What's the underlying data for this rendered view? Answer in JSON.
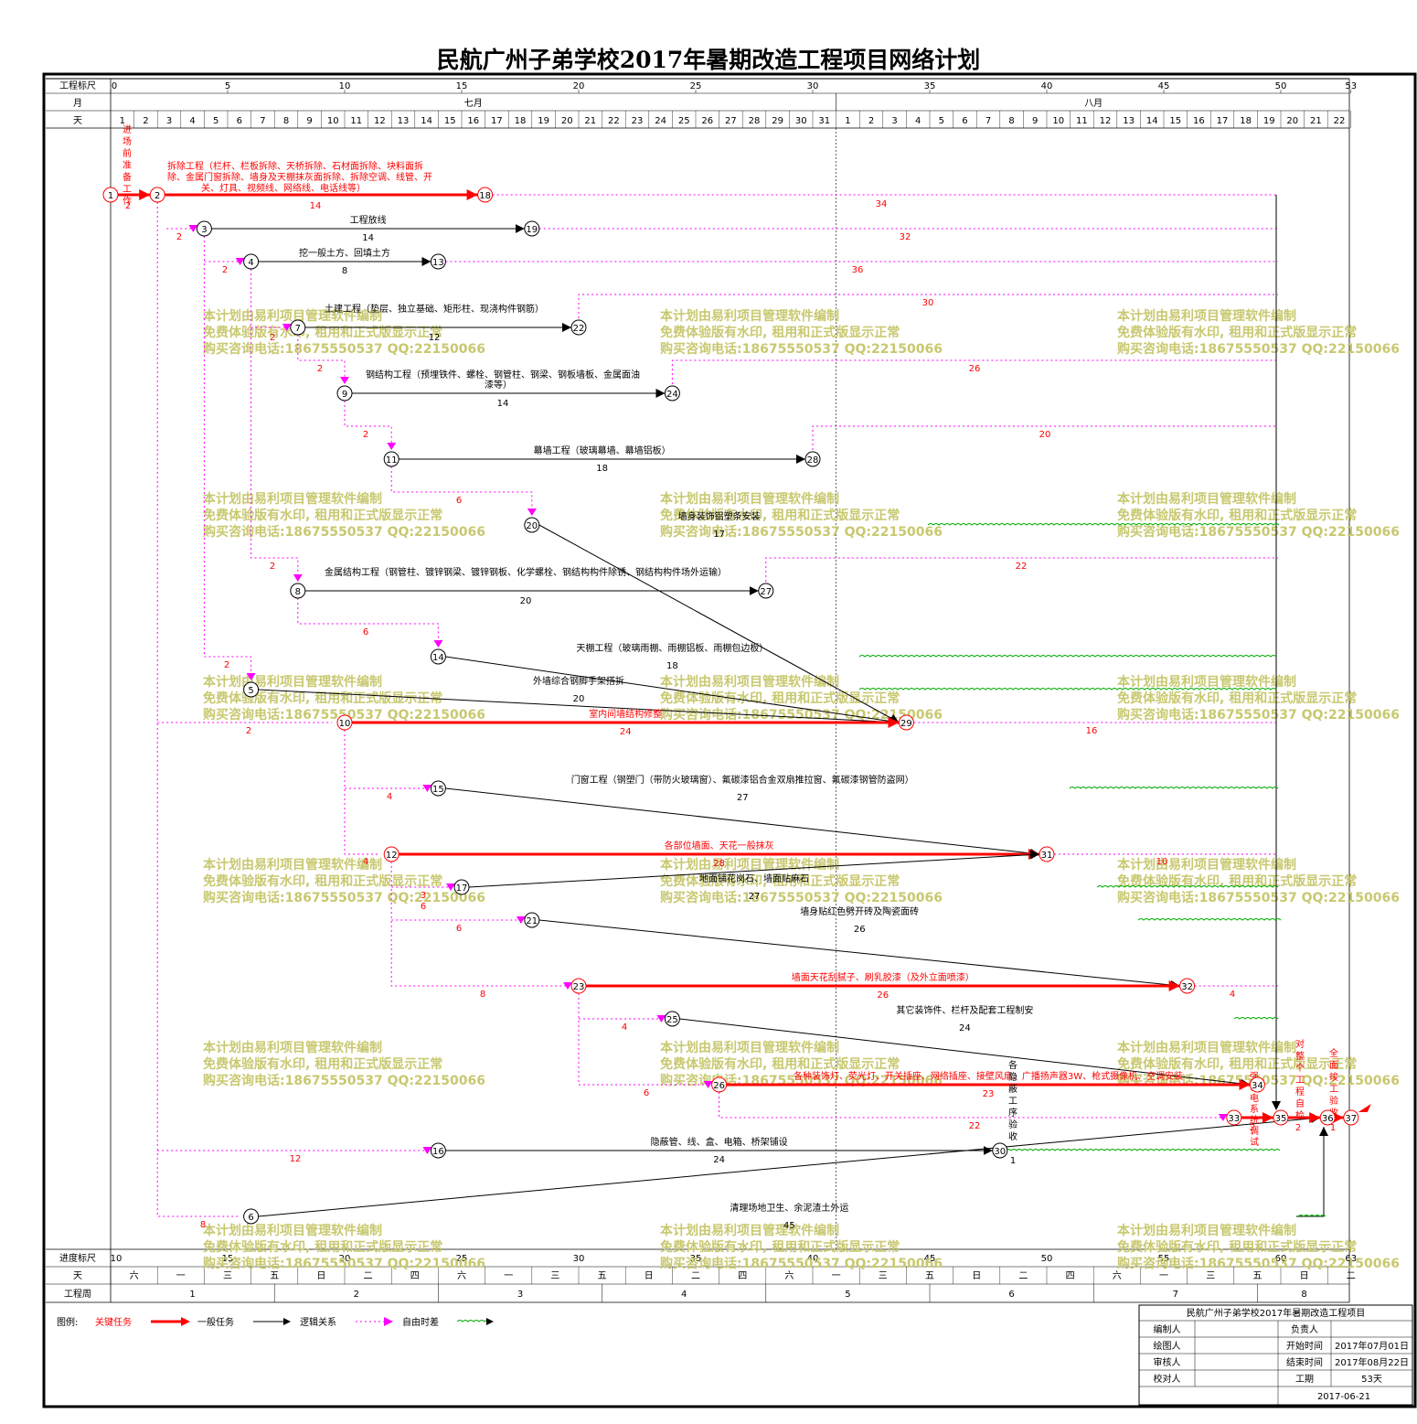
{
  "title": "民航广州子弟学校2017年暑期改造工程项目网络计划",
  "header": {
    "row_labels": {
      "scale": "工程标尺",
      "month": "月",
      "day": "天"
    },
    "scale_ticks": [
      "0",
      "5",
      "10",
      "15",
      "20",
      "25",
      "30",
      "35",
      "40",
      "45",
      "50",
      "53"
    ],
    "months": [
      "七月",
      "八月"
    ],
    "days_july": [
      "1",
      "2",
      "3",
      "4",
      "5",
      "6",
      "7",
      "8",
      "9",
      "10",
      "11",
      "12",
      "13",
      "14",
      "15",
      "16",
      "17",
      "18",
      "19",
      "20",
      "21",
      "22",
      "23",
      "24",
      "25",
      "26",
      "27",
      "28",
      "29",
      "30",
      "31"
    ],
    "days_august": [
      "1",
      "2",
      "3",
      "4",
      "5",
      "6",
      "7",
      "8",
      "9",
      "10",
      "11",
      "12",
      "13",
      "14",
      "15",
      "16",
      "17",
      "18",
      "19",
      "20",
      "21",
      "22"
    ]
  },
  "footer": {
    "row_labels": {
      "progress": "进度标尺",
      "weekday": "天",
      "week": "工程周"
    },
    "progress_ticks": [
      "10",
      "15",
      "20",
      "25",
      "30",
      "35",
      "40",
      "45",
      "50",
      "55",
      "60",
      "63"
    ],
    "weekdays": [
      "六",
      "一",
      "三",
      "五",
      "日",
      "二",
      "四",
      "六",
      "一",
      "三",
      "五",
      "日",
      "二",
      "四",
      "六",
      "一",
      "三",
      "五",
      "日",
      "二",
      "四",
      "六",
      "一",
      "三",
      "五",
      "日",
      "二"
    ],
    "weeks": [
      "1",
      "2",
      "3",
      "4",
      "5",
      "6",
      "7",
      "8"
    ]
  },
  "legend": {
    "prefix": "图例:",
    "critical": "关键任务",
    "normal": "一般任务",
    "logic": "逻辑关系",
    "free_float": "自由时差"
  },
  "info_table": {
    "project": "民航广州子弟学校2017年暑期改造工程项目",
    "rows": [
      {
        "label1": "编制人",
        "value1": "",
        "label2": "负责人",
        "value2": ""
      },
      {
        "label1": "绘图人",
        "value1": "",
        "label2": "开始时间",
        "value2": "2017年07月01日"
      },
      {
        "label1": "审核人",
        "value1": "",
        "label2": "结束时间",
        "value2": "2017年08月22日"
      },
      {
        "label1": "校对人",
        "value1": "",
        "label2": "工期",
        "value2": "53天"
      }
    ],
    "date": "2017-06-21"
  },
  "watermark": [
    "本计划由易利项目管理软件编制",
    "免费体验版有水印, 租用和正式版显示正常",
    "购买咨询电话:18675550537 QQ:22150066"
  ],
  "network": {
    "nodes": [
      "1",
      "2",
      "3",
      "4",
      "5",
      "6",
      "7",
      "8",
      "9",
      "10",
      "11",
      "12",
      "13",
      "14",
      "15",
      "16",
      "17",
      "18",
      "19",
      "20",
      "21",
      "22",
      "23",
      "24",
      "25",
      "26",
      "27",
      "28",
      "29",
      "30",
      "31",
      "32",
      "33",
      "34",
      "35",
      "36",
      "37"
    ],
    "tasks": [
      {
        "name": "进场前准备工作",
        "dur": "2",
        "critical": true
      },
      {
        "name": "拆除工程（栏杆、栏板拆除、天桥拆除、石材面拆除、块料面拆除、金属门窗拆除、墙身及天棚抹灰面拆除、拆除空调、线管、开关、灯具、视频线、网络线、电话线等）",
        "dur": "14",
        "critical": true
      },
      {
        "name": "工程放线",
        "dur": "14",
        "critical": false
      },
      {
        "name": "挖一般土方、回填土方",
        "dur": "8",
        "critical": false
      },
      {
        "name": "土建工程（垫层、独立基础、矩形柱、现浇构件钢筋）",
        "dur": "12",
        "critical": false
      },
      {
        "name": "钢结构工程（预埋铁件、螺栓、钢管柱、钢梁、钢板墙板、金属面油漆等）",
        "dur": "14",
        "critical": false
      },
      {
        "name": "幕墙工程（玻璃幕墙、幕墙铝板）",
        "dur": "18",
        "critical": false
      },
      {
        "name": "墙身装饰铝塑条安装",
        "dur": "17",
        "critical": false
      },
      {
        "name": "金属结构工程（钢管柱、镀锌钢梁、镀锌钢板、化学螺栓、钢结构构件除锈、钢结构构件场外运输）",
        "dur": "20",
        "critical": false
      },
      {
        "name": "天棚工程（玻璃雨棚、雨棚铝板、雨棚包边板）",
        "dur": "18",
        "critical": false
      },
      {
        "name": "外墙综合钢脚手架搭拆",
        "dur": "20",
        "critical": false
      },
      {
        "name": "室内间墙结构修整",
        "dur": "24",
        "critical": true
      },
      {
        "name": "门窗工程（钢塑门（带防火玻璃窗）、氟碳漆铝合金双扇推拉窗、氟碳漆钢管防盗网）",
        "dur": "27",
        "critical": false
      },
      {
        "name": "各部位墙面、天花一般抹灰",
        "dur": "28",
        "critical": true
      },
      {
        "name": "地面铺花岗石、墙面贴麻石",
        "dur": "27",
        "critical": false
      },
      {
        "name": "墙身贴红色劈开砖及陶瓷面砖",
        "dur": "26",
        "critical": false
      },
      {
        "name": "墙面天花刮腻子、刷乳胶漆（及外立面喷漆）",
        "dur": "26",
        "critical": true
      },
      {
        "name": "其它装饰件、栏杆及配套工程制安",
        "dur": "24",
        "critical": false
      },
      {
        "name": "各种装饰灯、荧光灯、开关插座、网络插座、接壁风扇、广播扬声器3W、枪式摄像机、空调安装",
        "dur": "23",
        "critical": true
      },
      {
        "name": "隐蔽管、线、盒、电箱、桥架铺设",
        "dur": "24",
        "critical": false
      },
      {
        "name": "各隐蔽工序验收",
        "dur": "1",
        "critical": false
      },
      {
        "name": "清理场地卫生、余泥渣土外运",
        "dur": "45",
        "critical": false
      },
      {
        "name": "强弱电系统调试",
        "dur": "2",
        "critical": true
      },
      {
        "name": "对整个工程自检",
        "dur": "2",
        "critical": true
      },
      {
        "name": "全面竣工验收",
        "dur": "1",
        "critical": true
      }
    ],
    "float_labels": [
      "2",
      "2",
      "2",
      "2",
      "2",
      "2",
      "6",
      "2",
      "6",
      "2",
      "8",
      "4",
      "6",
      "4",
      "6",
      "12",
      "4",
      "3",
      "8",
      "6",
      "34",
      "32",
      "36",
      "30",
      "26",
      "20",
      "22",
      "16",
      "10",
      "4",
      "22"
    ]
  },
  "colors": {
    "critical": "#ff0000",
    "normal": "#000000",
    "logic": "#ff00ff",
    "float": "#00aa00",
    "watermark": "#c8c870"
  }
}
